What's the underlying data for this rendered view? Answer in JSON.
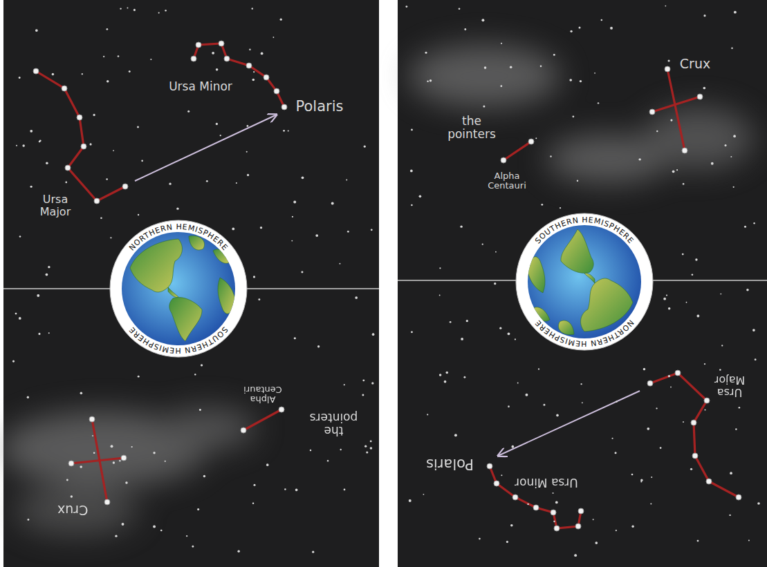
{
  "diagram": {
    "nodes": [
      {
        "text": [
          "NORTHERN HEMISPHERE",
          "SOUTHERN HEMISPHERE"
        ]
      },
      {
        "text": [
          "SOUTHERN HEMISPHERE",
          "NORTHERN HEMISPHERE"
        ]
      }
    ],
    "labels": [
      "Ursa Minor",
      "Polaris",
      "Ursa Major",
      "Crux",
      "the pointers",
      "Alpha Centauri",
      "Crux",
      "the pointers",
      "Alpha Centauri",
      "Ursa Major",
      "Ursa Minor",
      "Polaris"
    ]
  }
}
